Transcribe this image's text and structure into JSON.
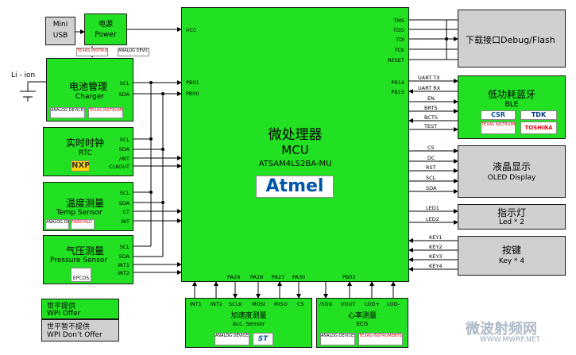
{
  "mcu": {
    "title_cn": "微处理器",
    "title_en": "MCU",
    "part": "ATSAM4LS2BA-MU",
    "logo": "Atmel",
    "pins_left": [
      "VCC",
      "PB01",
      "PB00"
    ],
    "pins_right": [
      "TMS",
      "TDO",
      "TDI",
      "TCK",
      "RESET",
      "PB14",
      "PB15"
    ],
    "pins_bottom": [
      "PA29",
      "PA28",
      "PA27",
      "PA30",
      "PB02"
    ]
  },
  "mini_usb": {
    "label1": "Mini",
    "label2": "USB"
  },
  "power": {
    "cn": "电源",
    "en": "Power",
    "logo1": "TEXAS INSTRUMENTS",
    "logo2": "ANALOG DEVICES"
  },
  "battery": {
    "label": "Li - ion"
  },
  "charger": {
    "cn": "电池管理",
    "en": "Charger",
    "pins": [
      "SCL",
      "SDA"
    ],
    "logo1": "ANALOG DEVICES",
    "logo2": "TEXAS INSTRUMENTS"
  },
  "rtc": {
    "cn": "实时时钟",
    "en": "RTC",
    "pins": [
      "SCL",
      "SDA",
      "/INT",
      "CLKOUT"
    ],
    "logo": "NXP"
  },
  "temp": {
    "cn": "温度测量",
    "en": "Temp Sensor",
    "pins": [
      "SCL",
      "SDA",
      "CT",
      "INT"
    ],
    "logo1": "ANALOG DEVICES",
    "logo2": "FAIRCHILD"
  },
  "pressure": {
    "cn": "气压测量",
    "en": "Pressure Sensor",
    "pins": [
      "SCL",
      "SDA",
      "INT1",
      "INT2"
    ],
    "logo": "EPCOS"
  },
  "debug": {
    "label": "下载接口Debug/Flash"
  },
  "ble": {
    "cn": "低功耗蓝牙",
    "en": "BLE",
    "pins": [
      "UART TX",
      "UART RX",
      "EN",
      "BRTS",
      "BCTS",
      "TEST"
    ],
    "logo1": "CSR",
    "logo2": "TDK",
    "logo3": "TEXAS INSTRUMENTS",
    "logo4": "TOSHIBA"
  },
  "oled": {
    "cn": "液晶显示",
    "en": "OLED Display",
    "pins": [
      "CS",
      "DC",
      "RST",
      "SCL",
      "SDA"
    ]
  },
  "led": {
    "cn": "指示灯",
    "en": "Led * 2",
    "pins": [
      "LED1",
      "LED2"
    ]
  },
  "key": {
    "cn": "按键",
    "en": "Key * 4",
    "pins": [
      "KEY1",
      "KEY2",
      "KEY3",
      "KEY4"
    ]
  },
  "acc": {
    "cn": "加速度测量",
    "en": "Acc. Sensor",
    "pins": [
      "INT1",
      "INT2",
      "SCLK",
      "MOSI",
      "MISO",
      "CS"
    ],
    "logo1": "ANALOG DEVICES",
    "logo2": "ST"
  },
  "ecg": {
    "cn": "心率测量",
    "en": "ECG",
    "pins": [
      "/SDN",
      "VOUT",
      "LOD+",
      "LOD-"
    ],
    "logo1": "ANALOG DEVICES",
    "logo2": "TEXAS INSTRUMENTS"
  },
  "legend": {
    "offer_cn": "世平提供",
    "offer_en": "WPI Offer",
    "nooffer_cn": "世平暂不提供",
    "nooffer_en": "WPI Don’t Offer"
  },
  "watermark": {
    "cn": "微波射频网",
    "url": "WWW.MWRF.NET"
  },
  "colors": {
    "green": "#22e022",
    "gray": "#d0d0d0"
  }
}
